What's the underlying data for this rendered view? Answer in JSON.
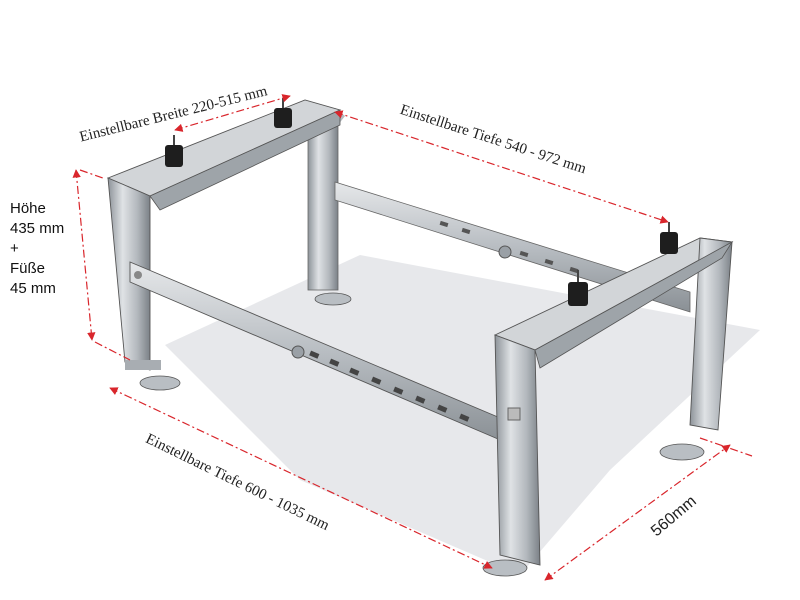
{
  "labels": {
    "breite": "Einstellbare Breite 220-515 mm",
    "tiefe_back": "Einstellbare Tiefe 540 - 972 mm",
    "tiefe_front": "Einstellbare Tiefe 600 - 1035 mm",
    "width_side": "560mm"
  },
  "height_info": {
    "line1": "Höhe",
    "line2": "435 mm",
    "line3": "+",
    "line4": "Füße",
    "line5": "45 mm"
  },
  "colors": {
    "dimension_line": "#d9262c",
    "steel_light": "#d6d9dc",
    "steel_mid": "#a9aeb3",
    "steel_dark": "#6f757b",
    "rubber": "#1e1e1e"
  }
}
